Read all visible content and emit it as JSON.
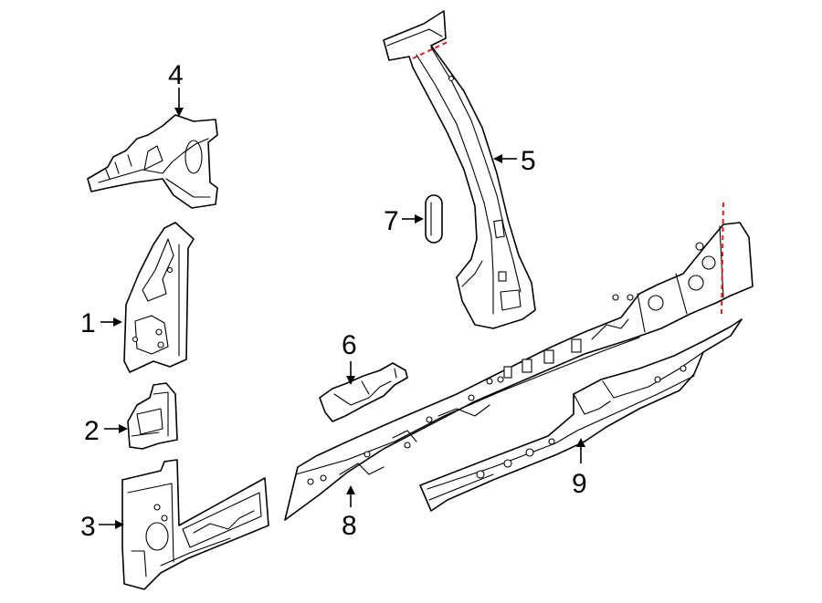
{
  "callouts": {
    "c1": "1",
    "c2": "2",
    "c3": "3",
    "c4": "4",
    "c5": "5",
    "c6": "6",
    "c7": "7",
    "c8": "8",
    "c9": "9"
  },
  "colors": {
    "line": "#000000",
    "background": "#ffffff",
    "cut_line": "#e31b1b"
  }
}
